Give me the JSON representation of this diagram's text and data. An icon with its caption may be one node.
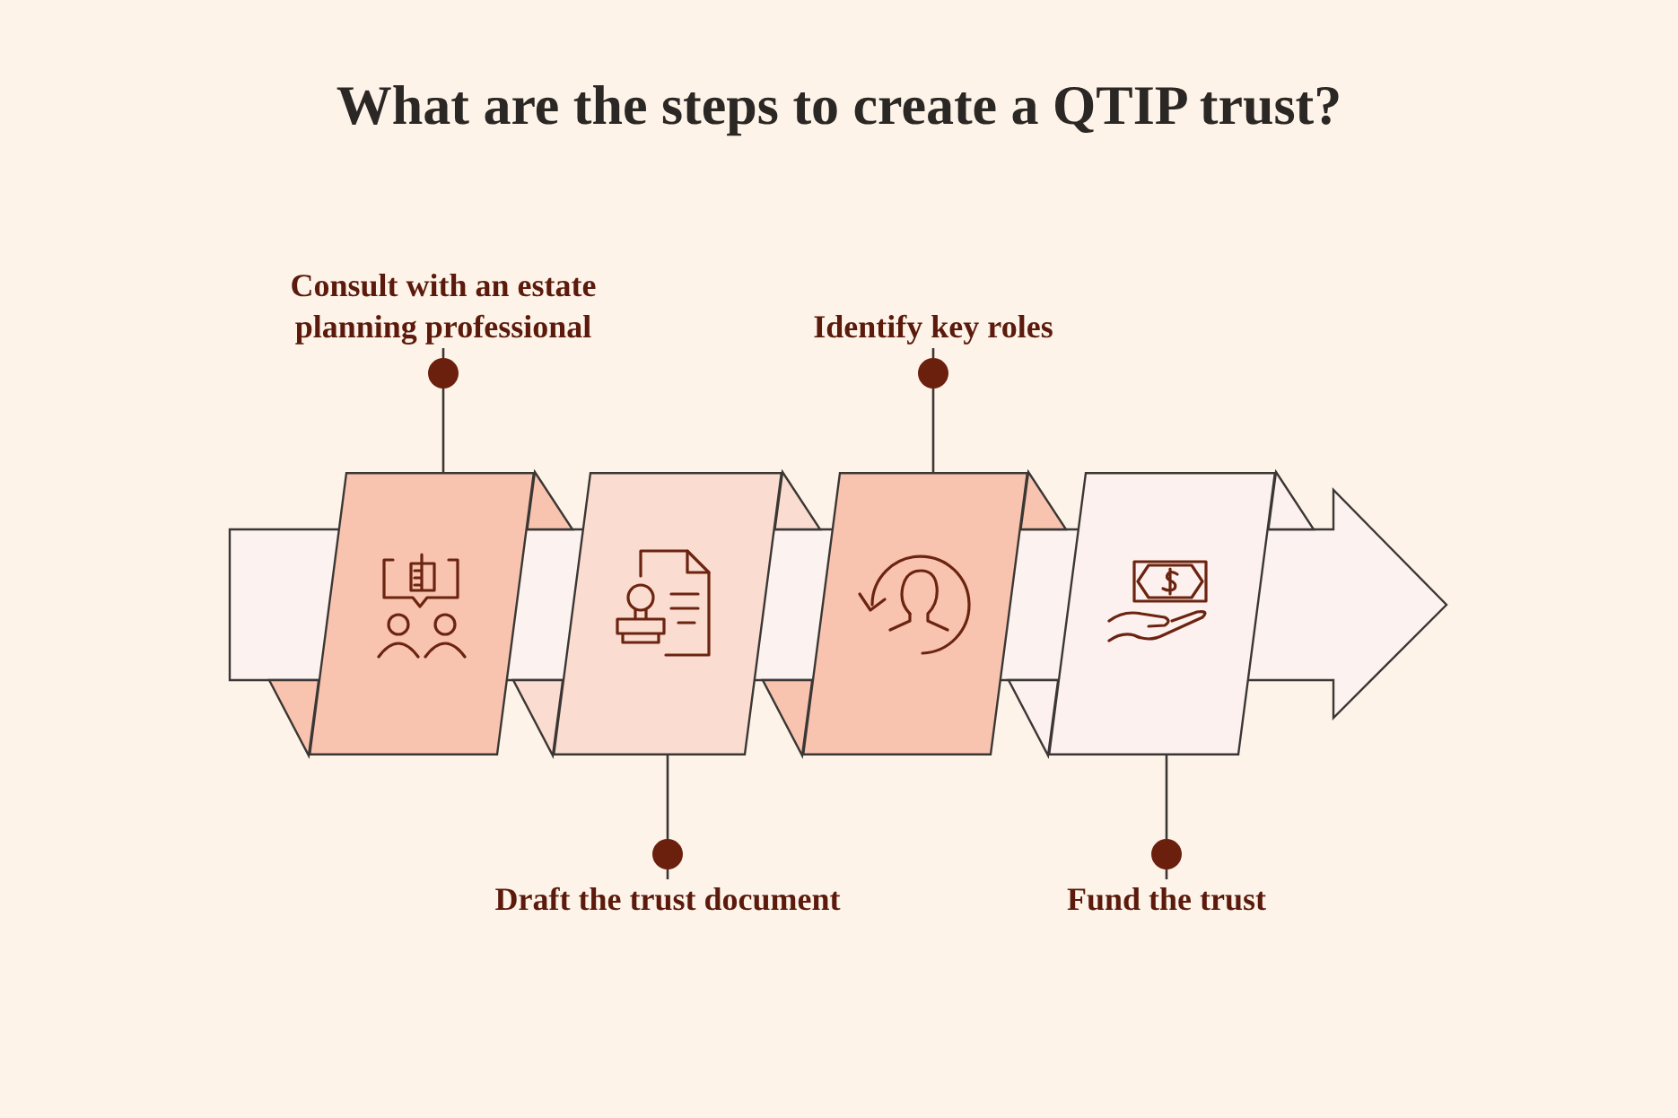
{
  "diagram": {
    "title": "What are the steps to create a QTIP trust?",
    "nodes": [
      {
        "text": [
          "Consult with an estate planning professional"
        ]
      },
      {
        "text": [
          "Identify key roles"
        ]
      },
      {
        "text": [],
        "shape": "parallelogram"
      },
      {
        "text": [],
        "shape": "parallelogram"
      },
      {
        "text": [],
        "shape": "parallelogram"
      },
      {
        "text": [],
        "shape": "parallelogram"
      },
      {
        "text": [
          "Draft the trust document"
        ]
      },
      {
        "text": [
          "Fund the trust"
        ]
      }
    ],
    "edges": [
      {
        "from": 0,
        "to": 2,
        "arrow": "other"
      },
      {
        "from": 6,
        "to": 3,
        "arrow": "other"
      },
      {
        "from": 1,
        "to": 4,
        "arrow": "other"
      },
      {
        "from": 7,
        "to": 5,
        "arrow": "other"
      }
    ]
  }
}
